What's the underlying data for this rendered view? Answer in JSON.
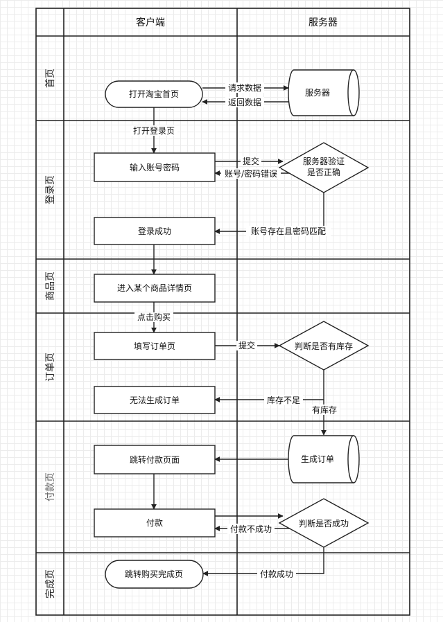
{
  "header": {
    "client": "客户端",
    "server": "服务器"
  },
  "lanes": {
    "home": "首页",
    "login": "登录页",
    "product": "商品页",
    "order": "订单页",
    "payment": "付款页",
    "complete": "完成页"
  },
  "nodes": {
    "open_home": "打开淘宝首页",
    "server_db": "服务器",
    "enter_account": "输入账号密码",
    "verify_line1": "服务器验证",
    "verify_line2": "是否正确",
    "login_success": "登录成功",
    "enter_product": "进入某个商品详情页",
    "fill_order": "填写订单页",
    "check_stock": "判断是否有库存",
    "cannot_order": "无法生成订单",
    "gen_order": "生成订单",
    "goto_payment": "跳转付款页面",
    "pay": "付款",
    "check_success": "判断是否成功",
    "goto_complete": "跳转购买完成页"
  },
  "edges": {
    "request_data": "请求数据",
    "return_data": "返回数据",
    "open_login": "打开登录页",
    "submit1": "提交",
    "account_error": "账号/密码错误",
    "account_match": "账号存在且密码匹配",
    "click_buy": "点击购买",
    "submit2": "提交",
    "out_of_stock": "库存不足",
    "in_stock": "有库存",
    "pay_failed": "付款不成功",
    "pay_success": "付款成功"
  }
}
